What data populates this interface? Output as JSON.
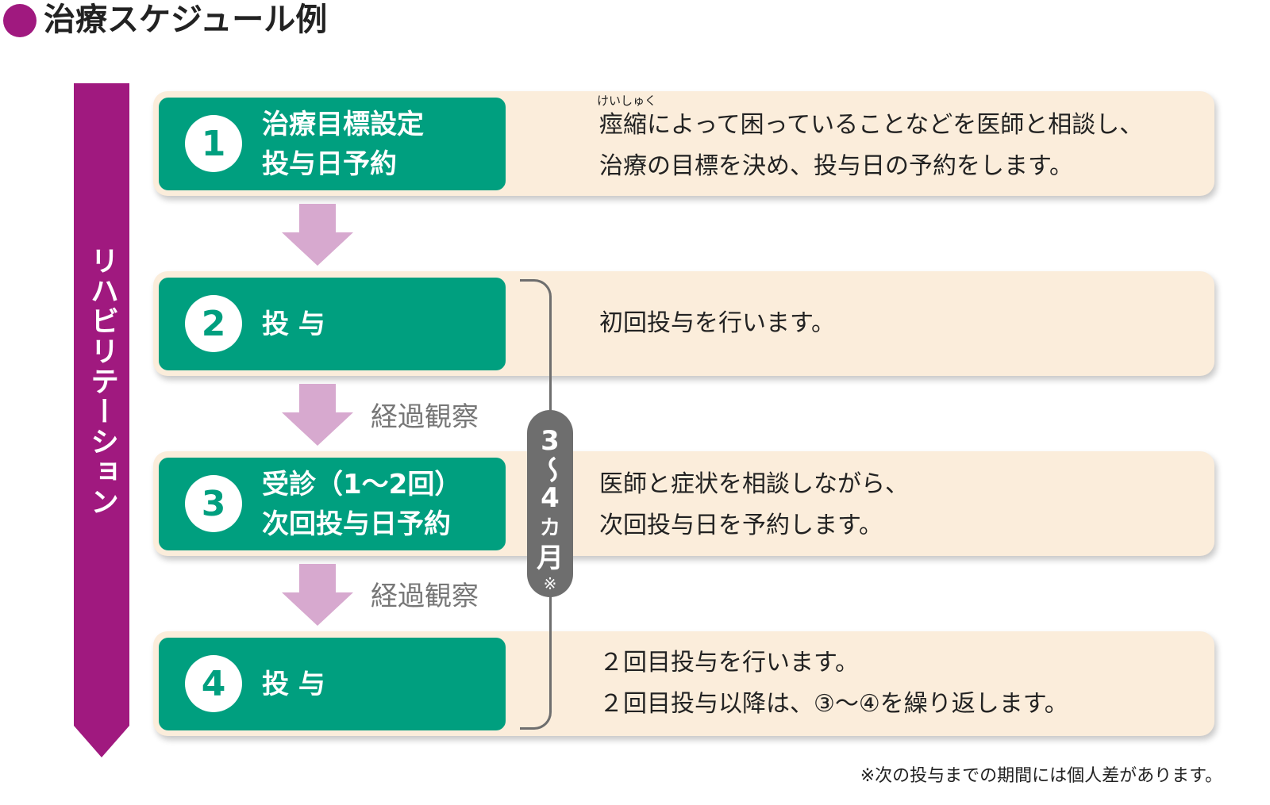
{
  "title": "治療スケジュール例",
  "rehab_label": "リハビリテーション",
  "period": {
    "line1": "3",
    "line2": "〜",
    "line3": "4",
    "line4": "カ",
    "line5": "月",
    "note": "※"
  },
  "observation": "経過観察",
  "steps": [
    {
      "number": "1",
      "label_line1": "治療目標設定",
      "label_line2": "投与日予約",
      "ruby": "けいしゅく",
      "desc_line1": "痙縮によって困っていることなどを医師と相談し、",
      "desc_line2": "治療の目標を決め、投与日の予約をします。"
    },
    {
      "number": "2",
      "label_line1": "投 与",
      "desc_line1": "初回投与を行います。"
    },
    {
      "number": "3",
      "label_line1": "受診（1〜2回）",
      "label_line2": "次回投与日予約",
      "desc_line1": "医師と症状を相談しながら、",
      "desc_line2": "次回投与日を予約します。"
    },
    {
      "number": "4",
      "label_line1": "投 与",
      "desc_line1": "２回目投与を行います。",
      "desc_line2": "２回目投与以降は、③〜④を繰り返します。"
    }
  ],
  "footnote": "※次の投与までの期間には個人差があります。",
  "colors": {
    "purple": "#a0197f",
    "green": "#009f7f",
    "cream": "#fbeddb",
    "arrow": "#d7a9cf",
    "gray": "#6e6e6e"
  }
}
